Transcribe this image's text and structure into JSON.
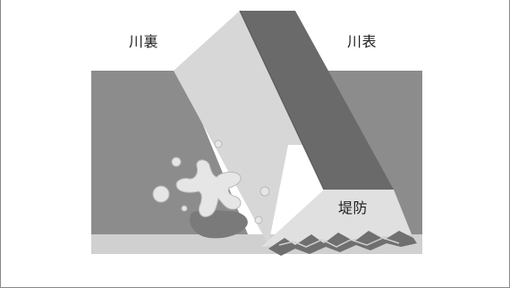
{
  "labels": {
    "inner_side": "川裏",
    "outer_side": "川表",
    "levee": "堤防"
  },
  "colors": {
    "land": "#8c8c8c",
    "levee_top": "#c9c9c9",
    "levee_face_dark": "#6a6a6a",
    "levee_face_light": "#dedede",
    "ground_strip": "#d3d3d3",
    "water_wave": "#6f6f6f",
    "leak_splash": "#e4e4e4",
    "leak_pool": "#7a7a7a"
  }
}
